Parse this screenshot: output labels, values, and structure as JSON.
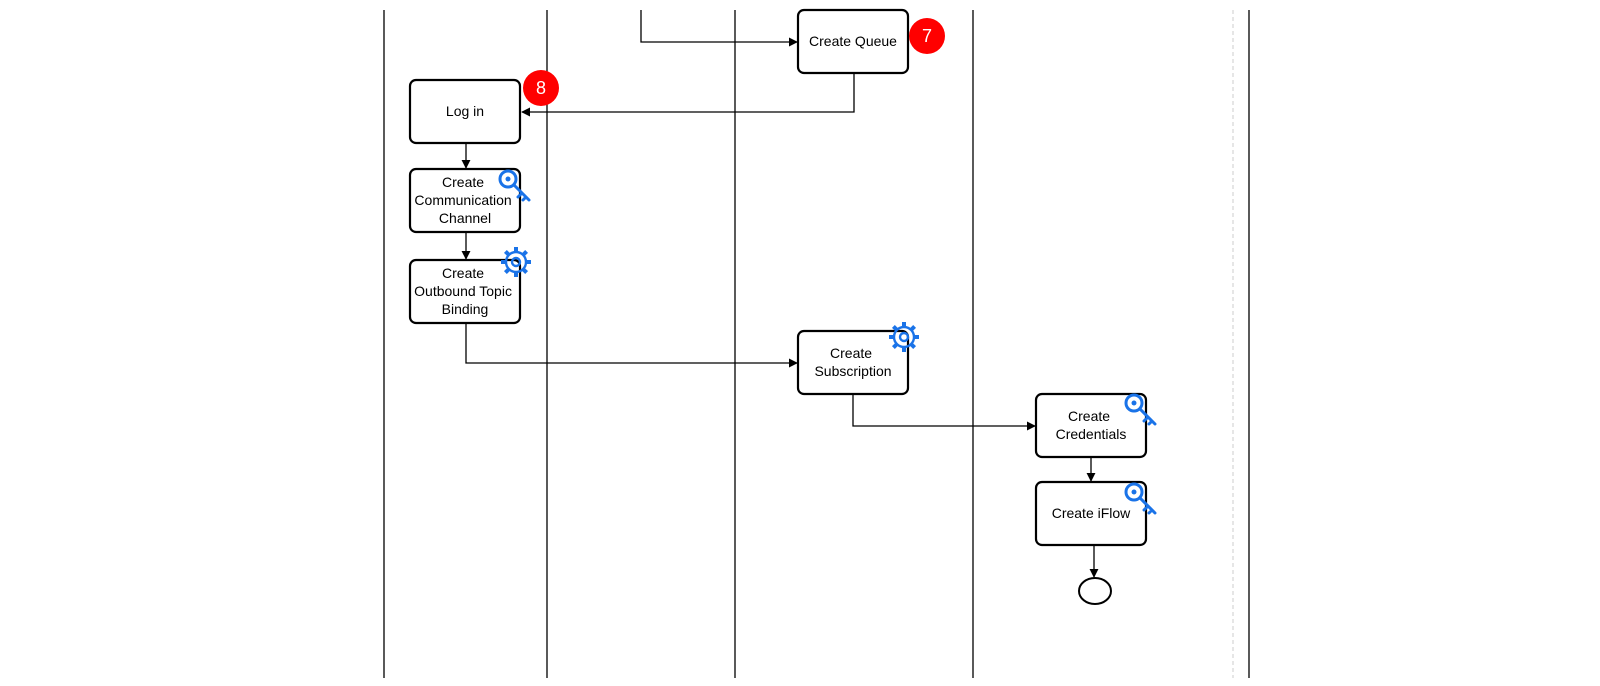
{
  "diagram": {
    "nodes": [
      {
        "id": "create-queue",
        "lines": [
          "Create Queue"
        ]
      },
      {
        "id": "log-in",
        "lines": [
          "Log in"
        ]
      },
      {
        "id": "create-communication-channel",
        "lines": [
          "Create",
          "Communication",
          "Channel"
        ]
      },
      {
        "id": "create-outbound-topic-binding",
        "lines": [
          "Create",
          "Outbound Topic",
          "Binding"
        ]
      },
      {
        "id": "create-subscription",
        "lines": [
          "Create",
          "Subscription"
        ]
      },
      {
        "id": "create-credentials",
        "lines": [
          "Create",
          "Credentials"
        ]
      },
      {
        "id": "create-iflow",
        "lines": [
          "Create iFlow"
        ]
      }
    ],
    "badges": [
      {
        "id": "step-7",
        "text": "7",
        "color": "#ff0000"
      },
      {
        "id": "step-8",
        "text": "8",
        "color": "#ff0000"
      }
    ],
    "icons": [
      {
        "id": "key-icon-communication-channel",
        "kind": "key-icon"
      },
      {
        "id": "gear-icon-outbound-topic-binding",
        "kind": "gear-icon"
      },
      {
        "id": "gear-icon-subscription",
        "kind": "gear-icon"
      },
      {
        "id": "key-icon-credentials",
        "kind": "key-icon"
      },
      {
        "id": "key-icon-iflow",
        "kind": "key-icon"
      }
    ],
    "colors": {
      "line": "#000000",
      "icon": "#1a73e8",
      "badge": "#ff0000",
      "lane_dashed": "#cccccc"
    }
  }
}
